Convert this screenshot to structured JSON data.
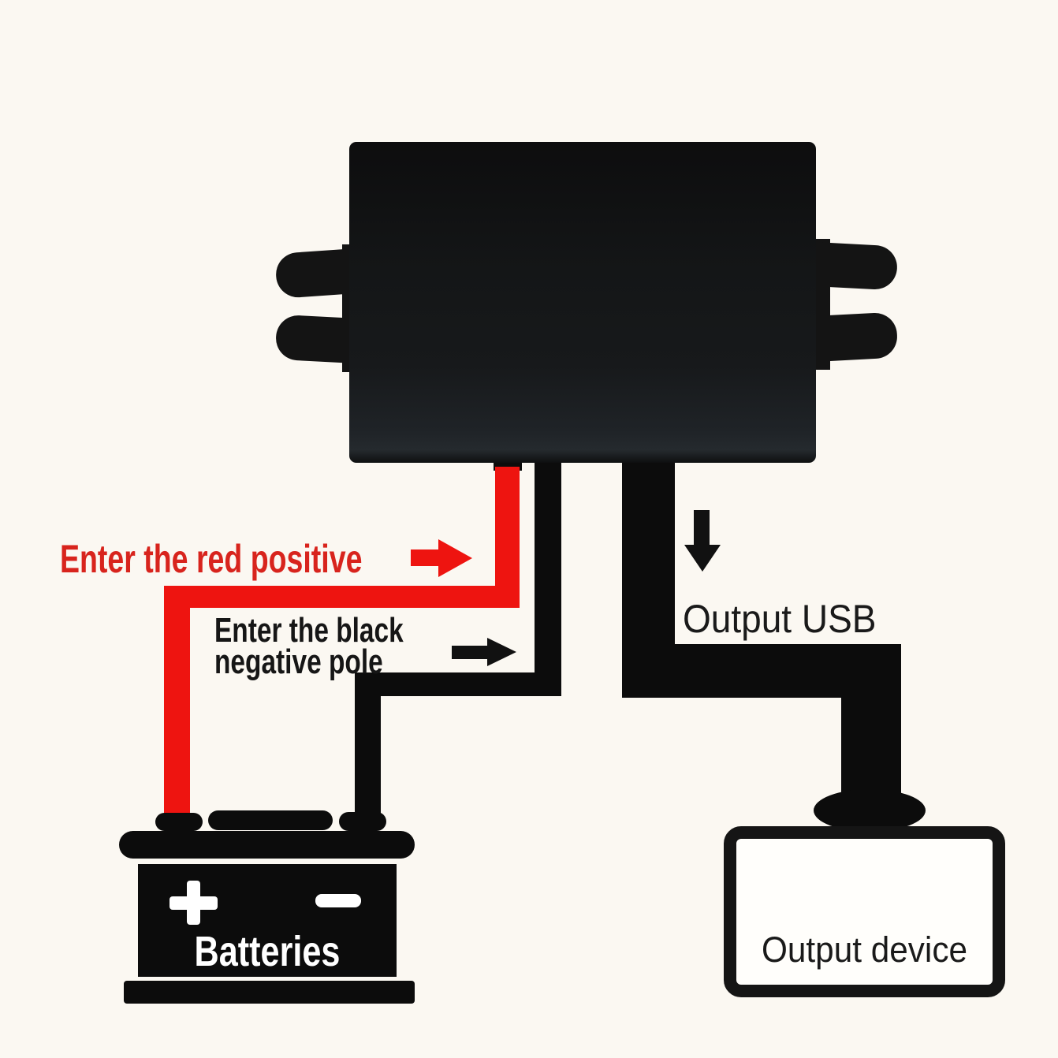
{
  "labels": {
    "red_positive": "Enter the red positive",
    "black_negative_line1": "Enter the black",
    "black_negative_line2": "negative pole",
    "output_usb": "Output USB",
    "output_device": "Output device",
    "batteries": "Batteries"
  },
  "icons": {
    "red_input_arrow": "arrow-right-icon",
    "black_input_arrow": "arrow-right-icon",
    "usb_output_arrow": "arrow-down-icon",
    "battery_positive": "plus-icon",
    "battery_negative": "minus-icon"
  },
  "colors": {
    "background": "#fbf8f2",
    "wire_red": "#ee1410",
    "label_red": "#d8241d",
    "wire_black": "#0c0c0c",
    "converter_body": "#16181a",
    "battery_black": "#0d0d0d",
    "battery_symbol_white": "#ffffff",
    "device_fill": "#fffefb",
    "label_black": "#1a1a1a"
  }
}
